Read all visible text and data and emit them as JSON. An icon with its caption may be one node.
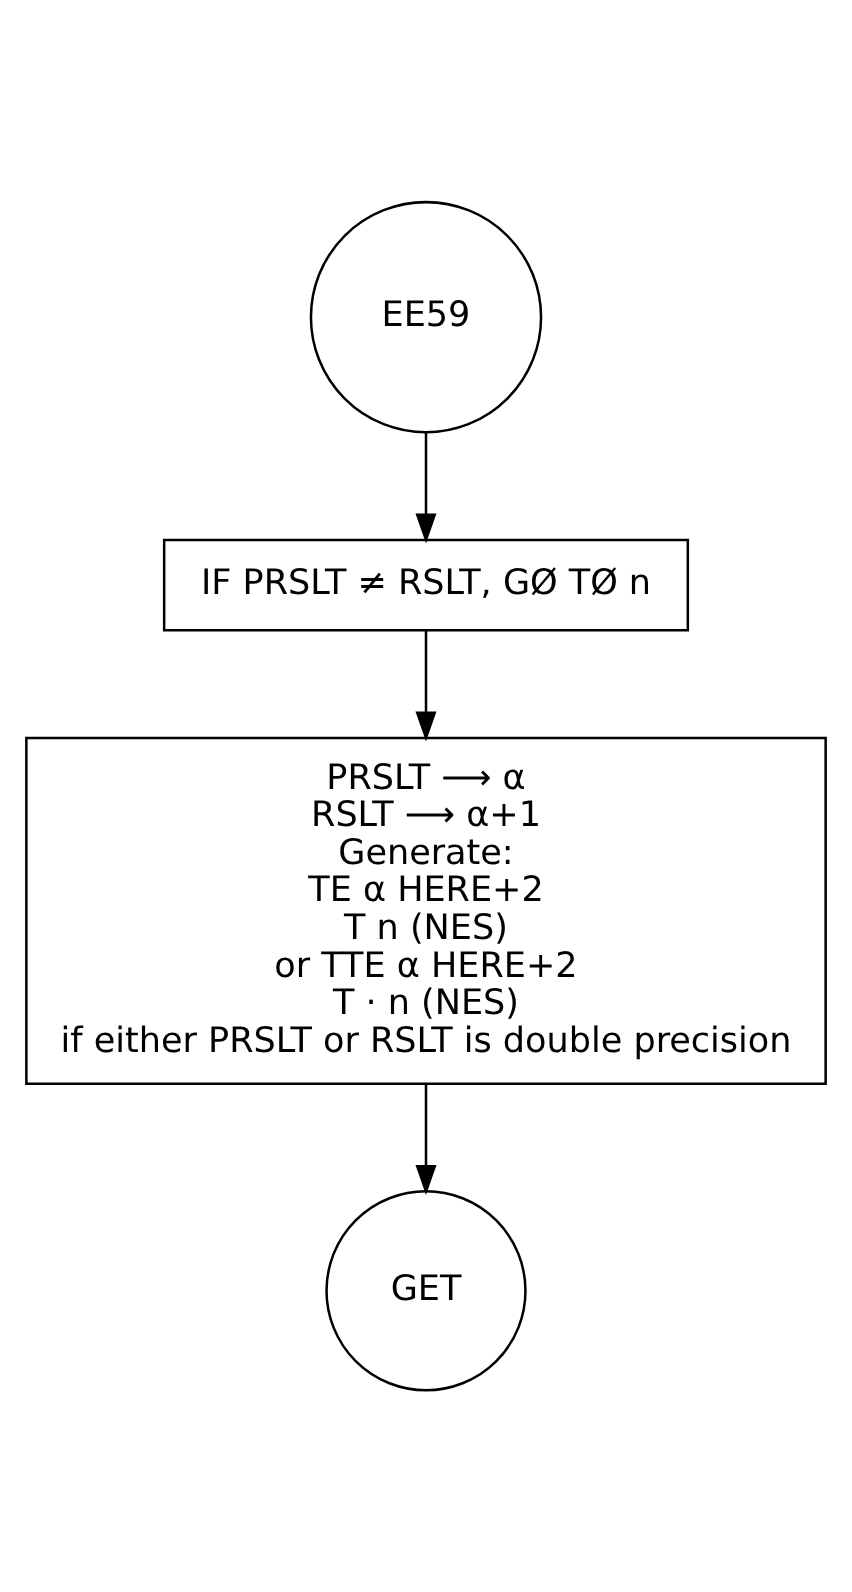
{
  "diagram": {
    "nodes": [
      {
        "text": [
          "EE59"
        ]
      },
      {
        "text": [
          "IF PRSLT ≠ RSLT, GØ TØ n"
        ]
      },
      {
        "text": [
          "PRSLT ⟶ α",
          "RSLT ⟶ α+1",
          "Generate:",
          "TE α HERE+2",
          "T n (NES)",
          "or TTE α HERE+2",
          "T · n (NES)",
          "if either PRSLT or RSLT is double precision"
        ]
      },
      {
        "text": [
          "GET"
        ]
      }
    ],
    "edges": [
      {
        "from": 0,
        "to": 1,
        "arrow": "to"
      },
      {
        "from": 1,
        "to": 2,
        "arrow": "to"
      },
      {
        "from": 2,
        "to": 3,
        "arrow": "to"
      }
    ]
  }
}
